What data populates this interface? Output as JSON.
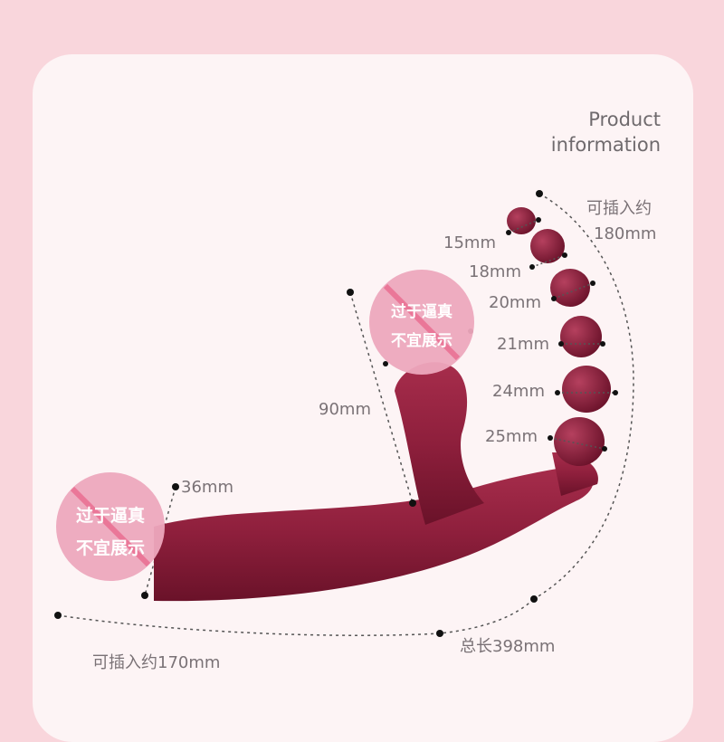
{
  "header": {
    "line1": "Product",
    "line2": "information"
  },
  "beads": {
    "insert_label_line1": "可插入约",
    "insert_label_line2": "180mm",
    "sizes": [
      "15mm",
      "18mm",
      "20mm",
      "21mm",
      "24mm",
      "25mm"
    ]
  },
  "shaft": {
    "length": "90mm",
    "diameter": "36mm"
  },
  "bottom": {
    "insert_label": "可插入约170mm",
    "total_label": "总长398mm"
  },
  "censor": {
    "line1": "过于逼真",
    "line2": "不宜展示"
  },
  "colors": {
    "background": "#f9d6dc",
    "card": "#fdf4f5",
    "product": "#8e1f3c",
    "censor": "#eda8bd",
    "text": "#7a7276"
  }
}
